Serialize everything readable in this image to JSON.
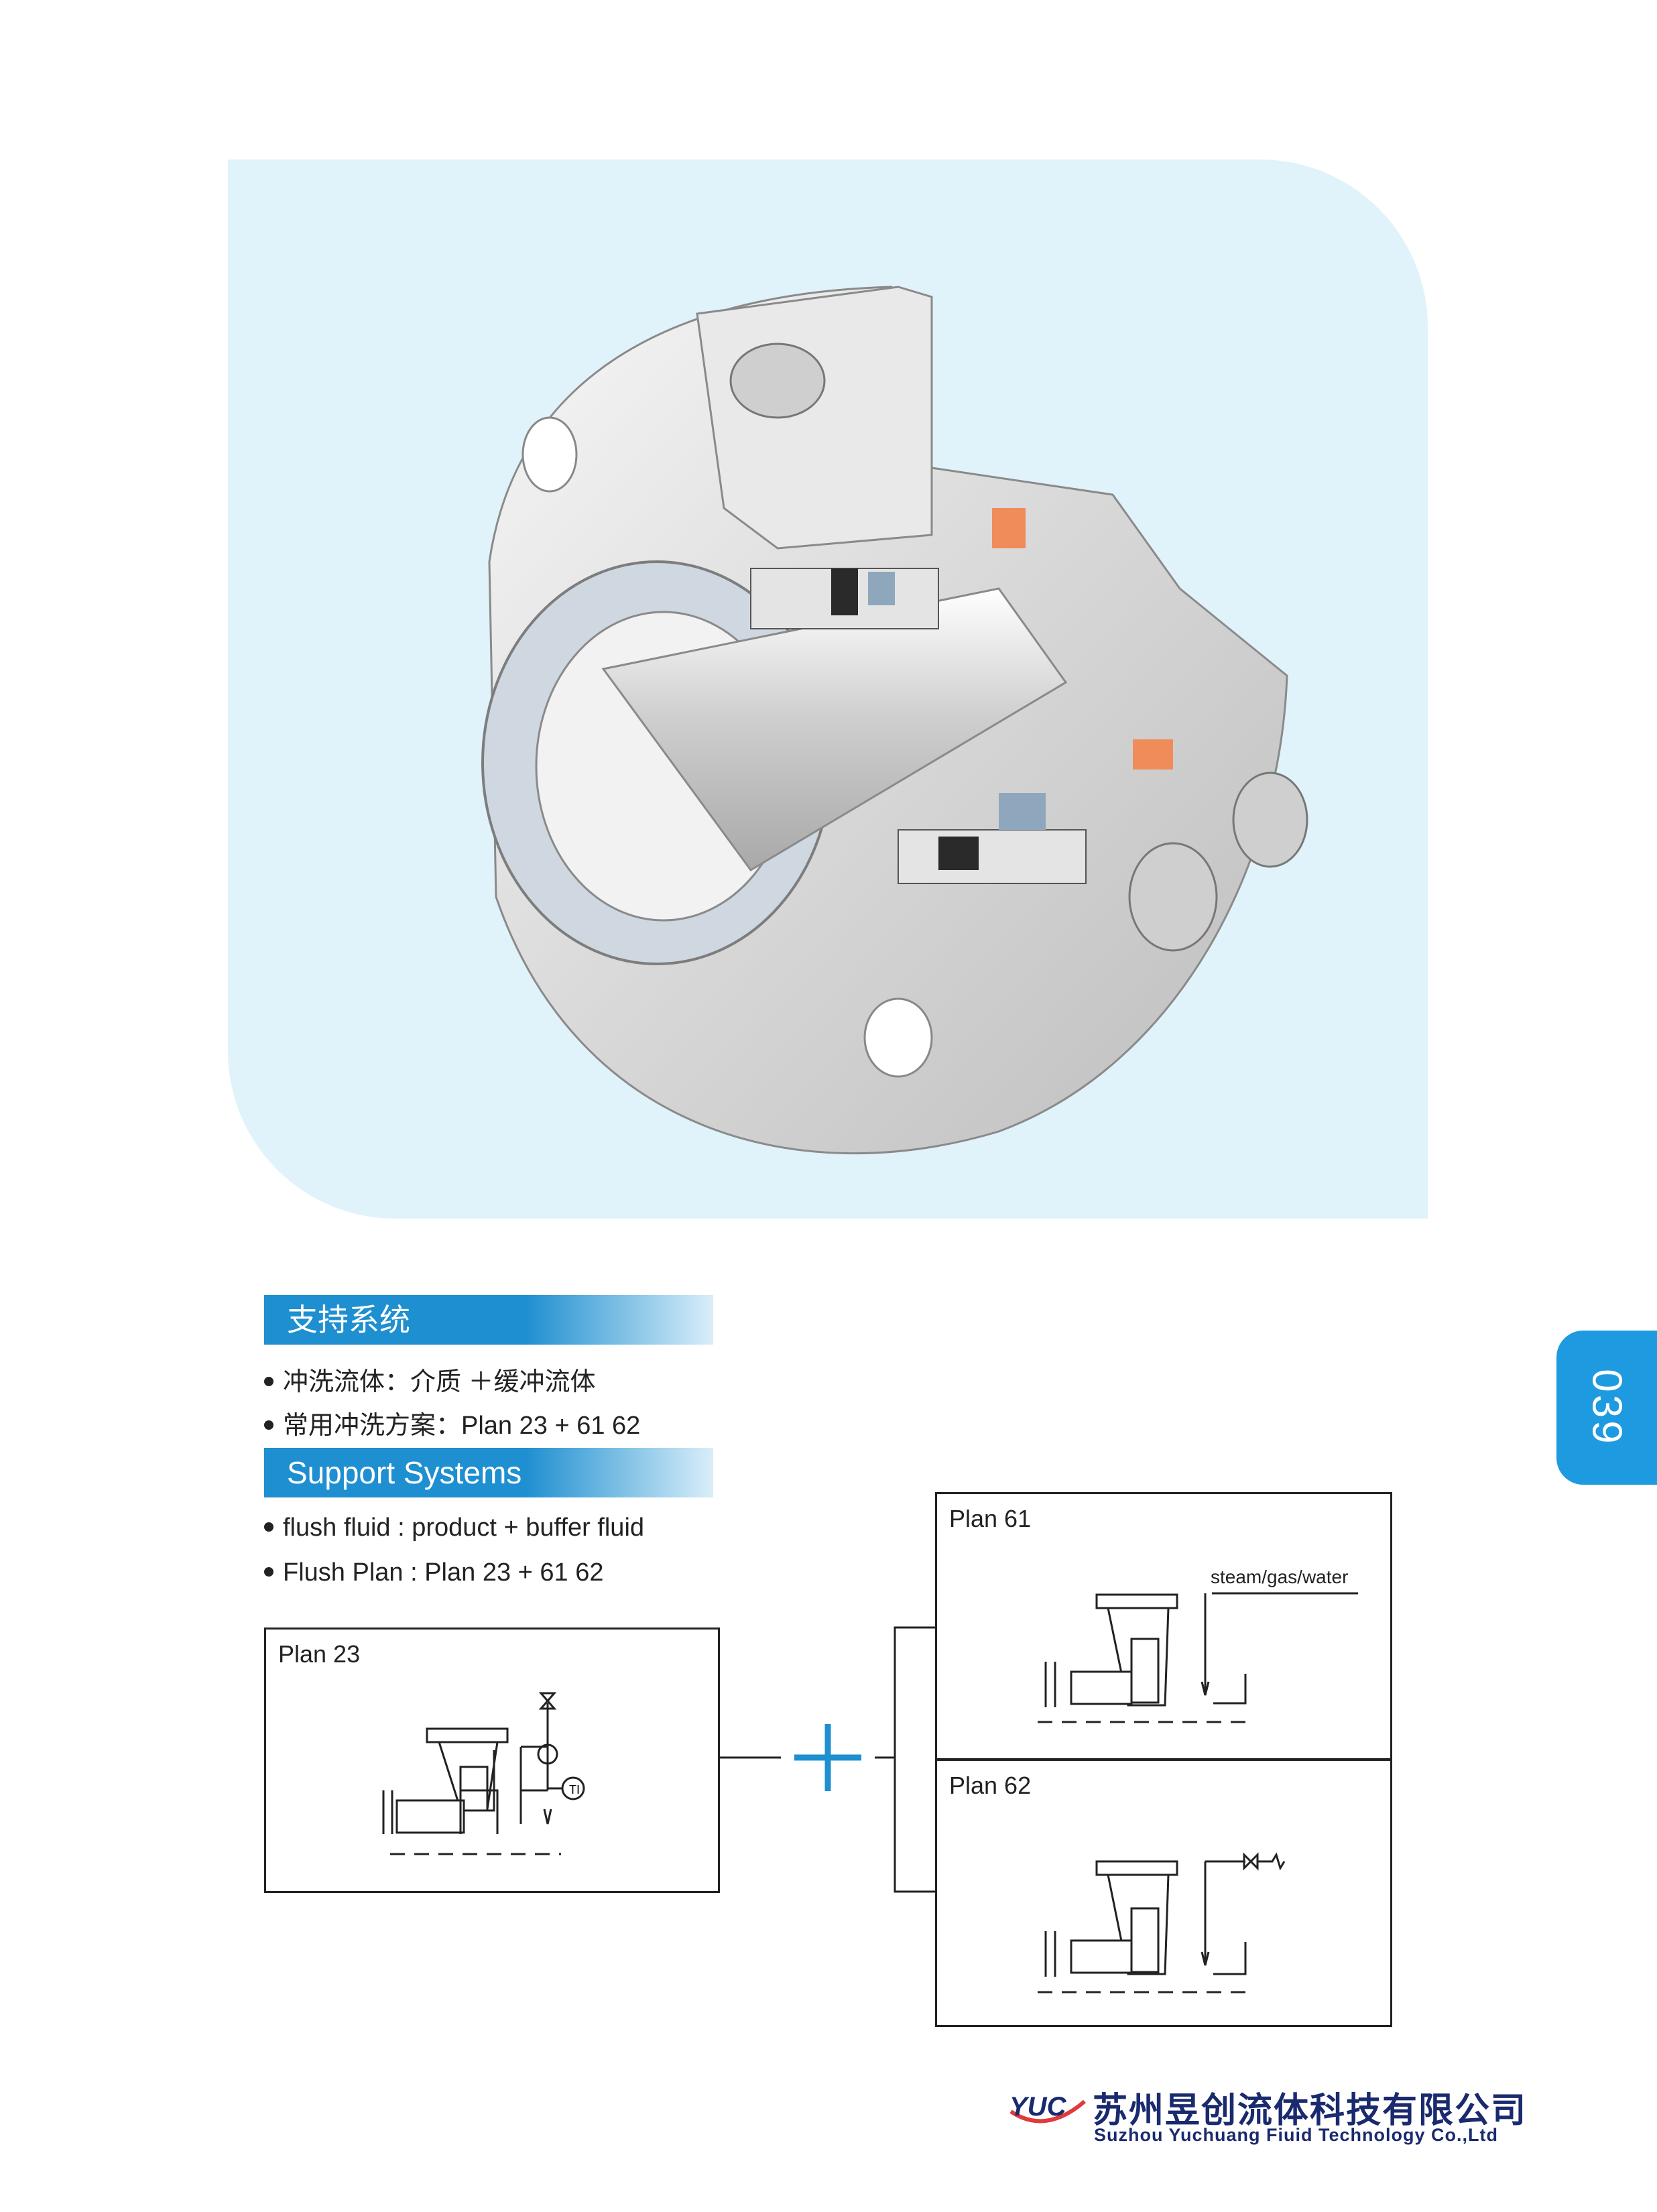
{
  "page": {
    "number": "039"
  },
  "section_cn": {
    "title": "支持系统",
    "bullets": [
      "冲洗流体：介质 ＋缓冲流体",
      "常用冲洗方案：Plan 23 +  61 62"
    ]
  },
  "section_en": {
    "title": "Support Systems",
    "bullets": [
      "flush fluid :  product + buffer fluid",
      "Flush Plan : Plan 23 + 61 62"
    ]
  },
  "plans": {
    "plan23": {
      "label": "Plan 23",
      "ti_label": "TI"
    },
    "plan61": {
      "label": "Plan 61",
      "note": "steam/gas/water"
    },
    "plan62": {
      "label": "Plan 62"
    }
  },
  "footer": {
    "logo_text": "YUC",
    "company_cn": "苏州昱创流体科技有限公司",
    "company_en": "Suzhou Yuchuang Fiuid Technology Co.,Ltd"
  },
  "colors": {
    "accent": "#1e8fd0",
    "hero_bg": "#e0f2fa",
    "tab": "#1e9be0",
    "brand": "#1a2a6e"
  }
}
